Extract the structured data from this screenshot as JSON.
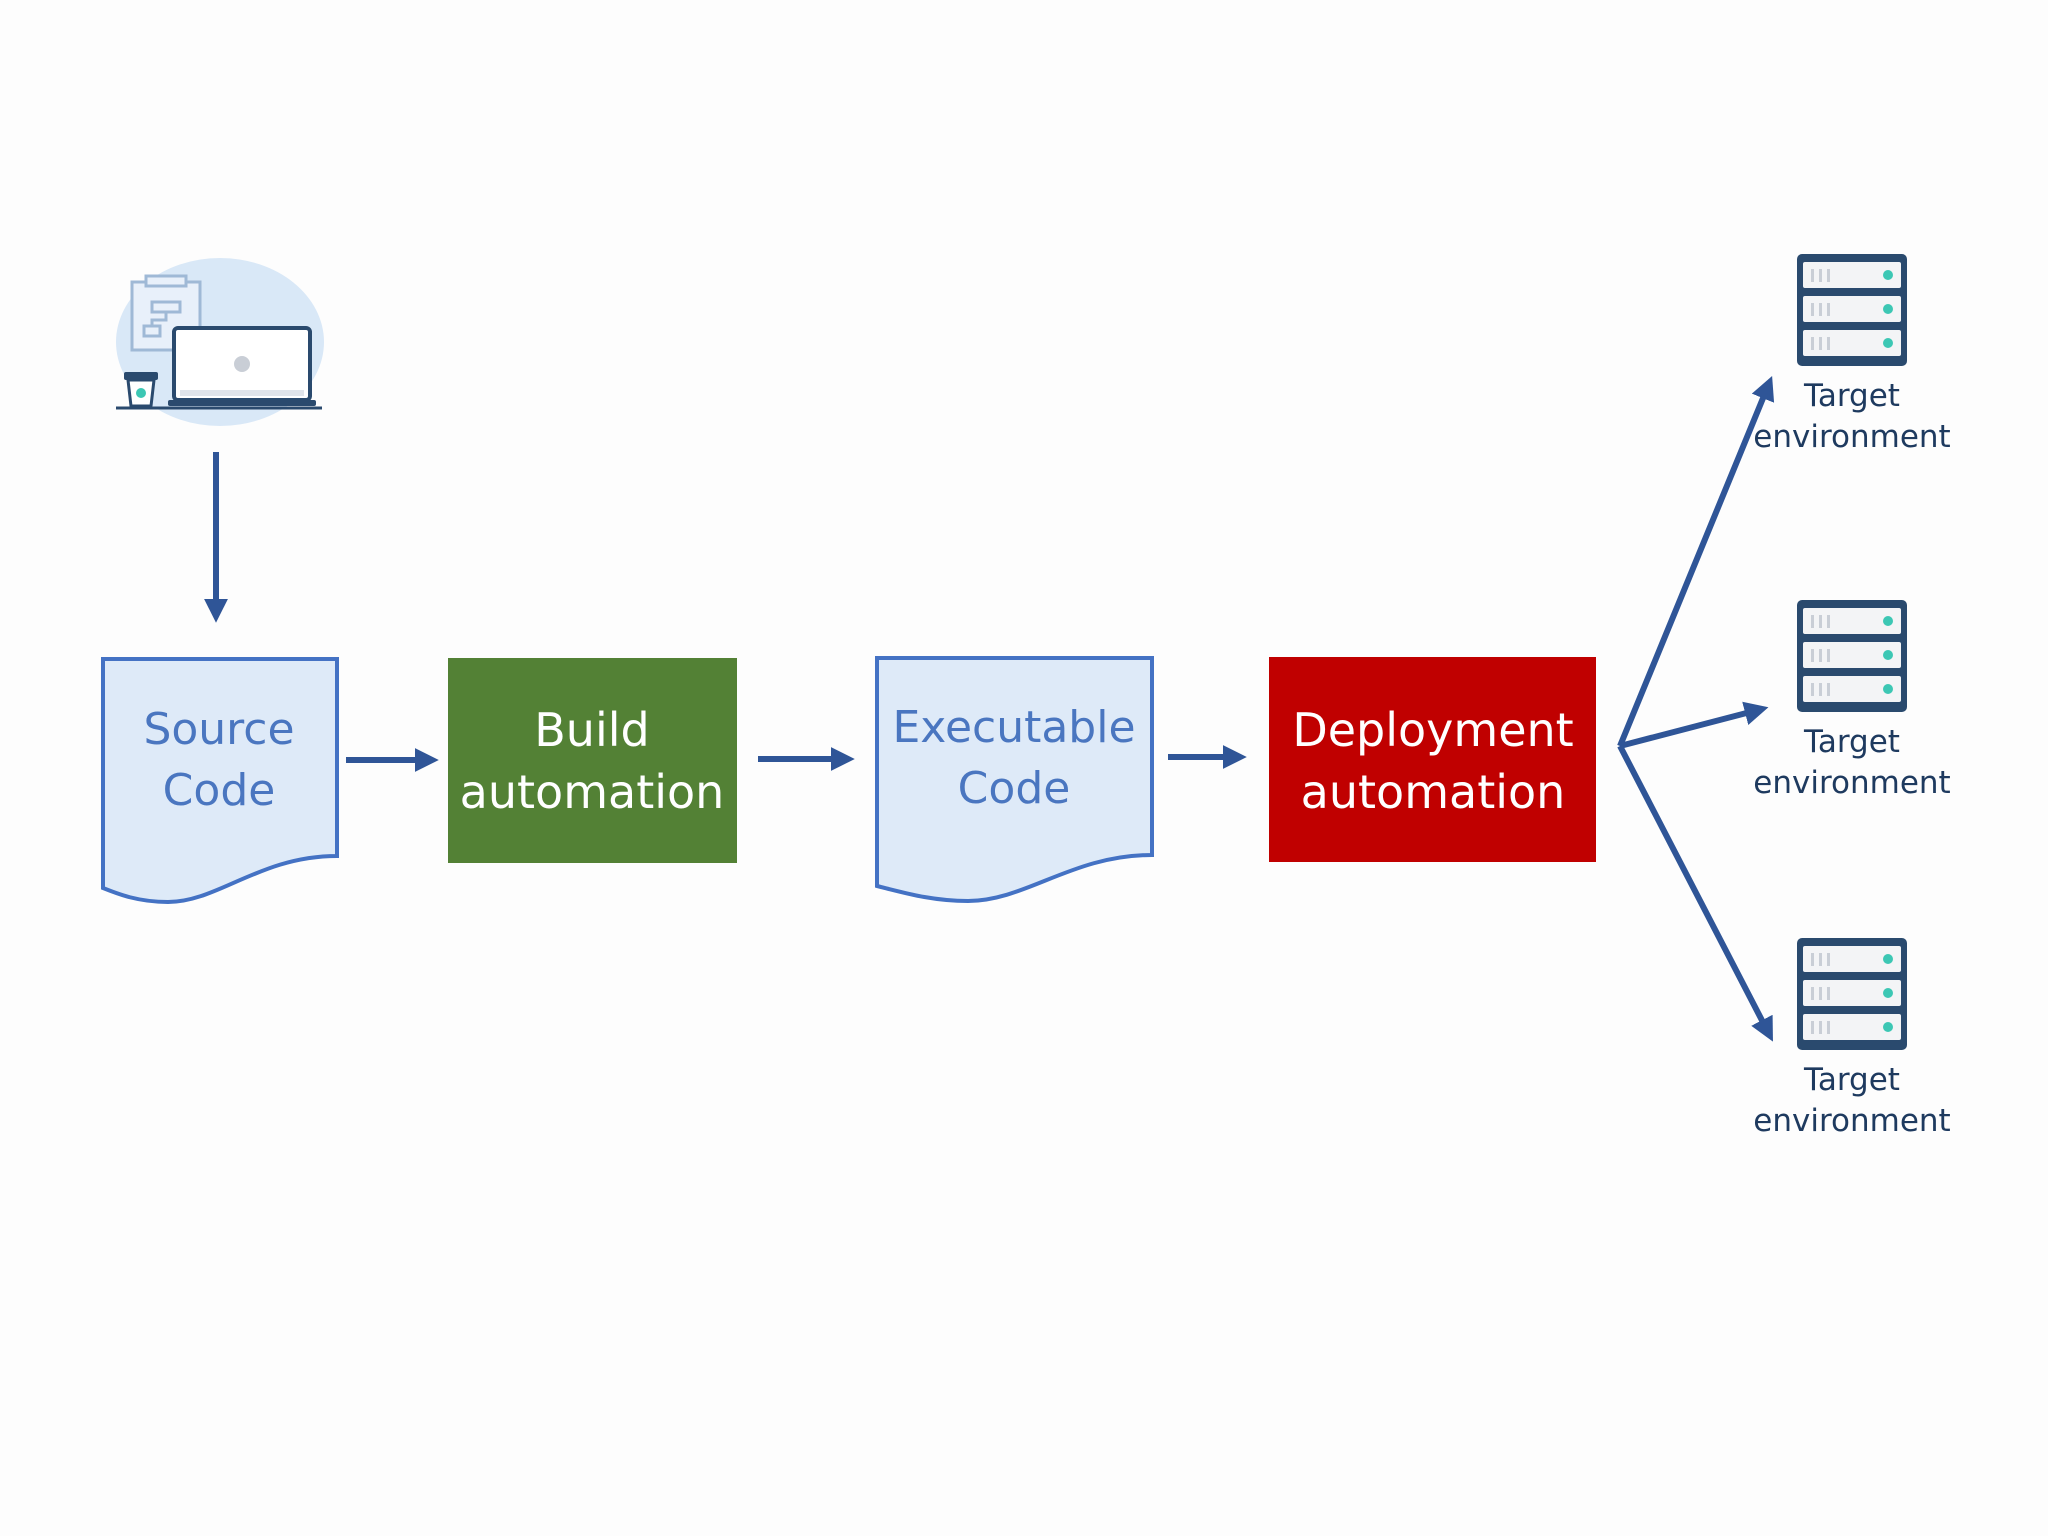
{
  "nodes": {
    "source_code": {
      "line1": "Source",
      "line2": "Code"
    },
    "build_automation": {
      "line1": "Build",
      "line2": "automation"
    },
    "executable_code": {
      "line1": "Executable",
      "line2": "Code"
    },
    "deployment_automation": {
      "line1": "Deployment",
      "line2": "automation"
    },
    "targets": [
      {
        "line1": "Target",
        "line2": "environment"
      },
      {
        "line1": "Target",
        "line2": "environment"
      },
      {
        "line1": "Target",
        "line2": "environment"
      }
    ]
  },
  "colors": {
    "arrow": "#2f5597",
    "document_fill": "#deeaf8",
    "document_stroke": "#4472c4",
    "document_text": "#4a76c0",
    "build_fill": "#538135",
    "deploy_fill": "#c00000",
    "server_dark": "#2a4a6e",
    "server_led": "#3cc7b4",
    "developer_bg": "#d9e8f7"
  },
  "icons": [
    "developer-workstation-icon",
    "server-icon"
  ]
}
